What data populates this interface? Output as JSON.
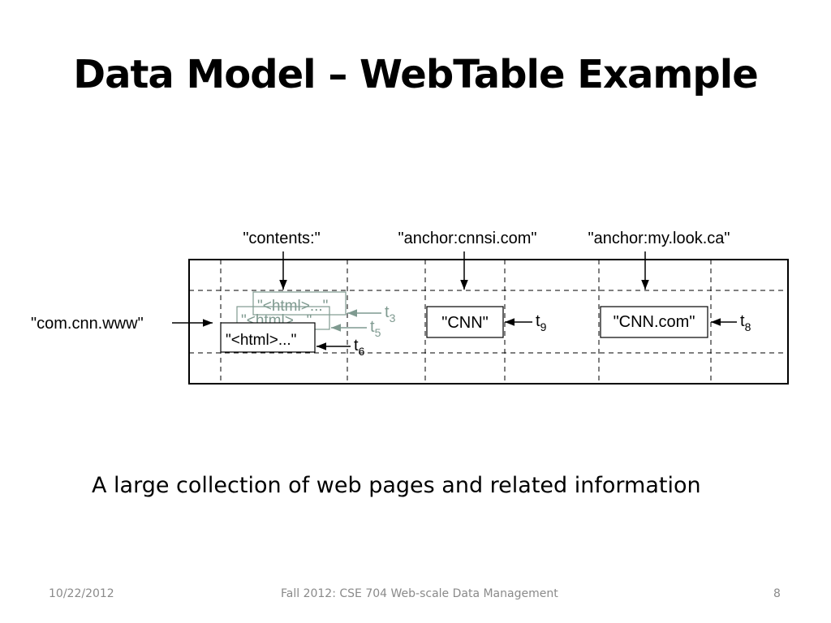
{
  "slide": {
    "title": "Data Model – WebTable Example",
    "caption": "A large collection of web pages and related information"
  },
  "diagram": {
    "row_key": "\"com.cnn.www\"",
    "columns": {
      "contents": "\"contents:\"",
      "anchor_cnnsi": "\"anchor:cnnsi.com\"",
      "anchor_mylook": "\"anchor:my.look.ca\""
    },
    "versions": [
      {
        "value": "\"<html>...\"",
        "timestamp": "t",
        "subscript": "3"
      },
      {
        "value": "\"<html>...\"",
        "timestamp": "t",
        "subscript": "5"
      },
      {
        "value": "\"<html>...\"",
        "timestamp": "t",
        "subscript": "6"
      }
    ],
    "cells": {
      "cnnsi": {
        "value": "\"CNN\"",
        "timestamp": "t",
        "subscript": "9"
      },
      "mylook": {
        "value": "\"CNN.com\"",
        "timestamp": "t",
        "subscript": "8"
      }
    },
    "colors": {
      "primary": "#000000",
      "older_version": "#7f9a90"
    }
  },
  "footer": {
    "date": "10/22/2012",
    "course": "Fall 2012: CSE 704 Web-scale Data Management",
    "page": "8"
  }
}
